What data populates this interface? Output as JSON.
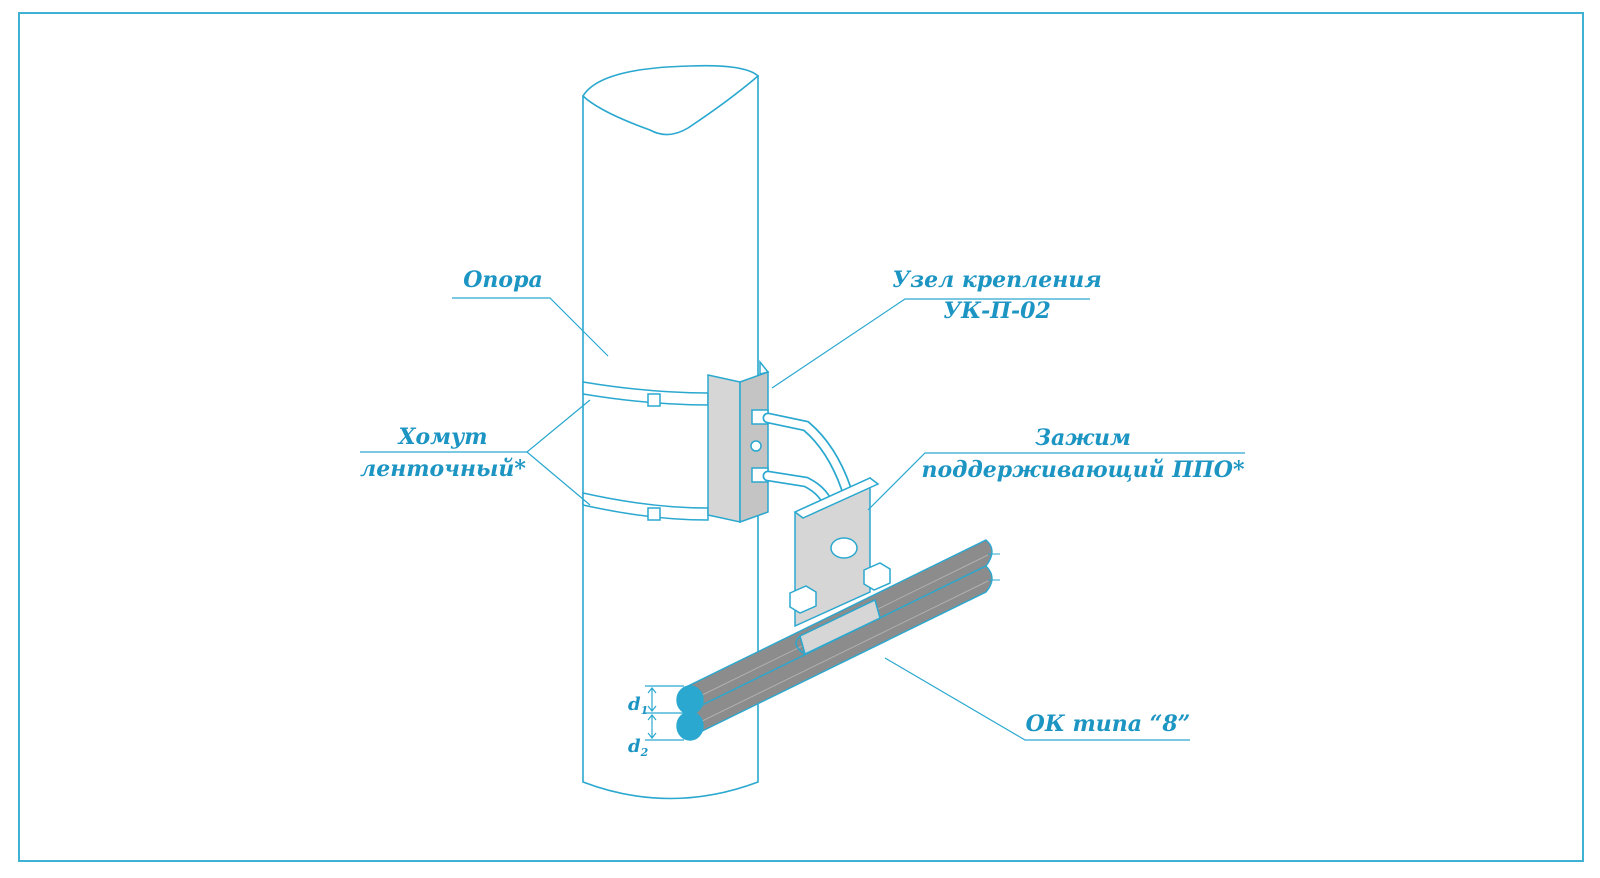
{
  "labels": {
    "support": "Опора",
    "mount_line1": "Узел крепления",
    "mount_line2": "УК-П-02",
    "clamp_line1": "Хомут",
    "clamp_line2": "ленточный*",
    "grip_line1": "Зажим",
    "grip_line2": "поддерживающий ППО*",
    "cable": "ОК типа “8”",
    "d1": "d",
    "d1_sub": "1",
    "d2": "d",
    "d2_sub": "2"
  },
  "colors": {
    "outline": "#2aa8cf",
    "label": "#1c95c3",
    "cable": "#8c8c8c",
    "metal": "#d6d6d6"
  }
}
